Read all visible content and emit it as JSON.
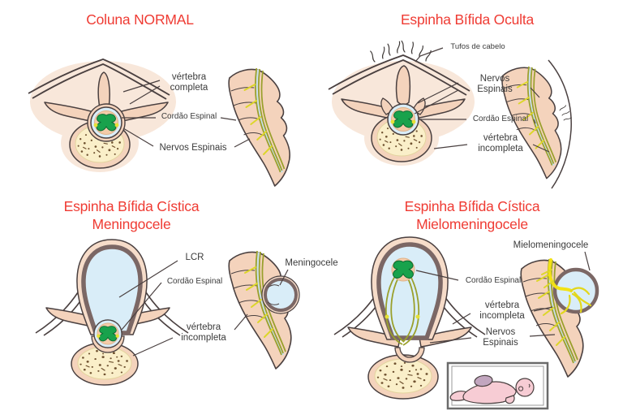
{
  "app": {
    "type": "medical-illustration",
    "subject": "Espinha Bífida — tipos",
    "language": "pt"
  },
  "colors": {
    "title_red": "#EF3B33",
    "label_text": "#3B3B3B",
    "bone": "#F4D3BC",
    "bone_inner": "#FAEFC9",
    "csf_blue": "#D9EDF8",
    "cord_green": "#18A24C",
    "nerve_yellow": "#E6E136",
    "nerve_olive": "#9AA02C",
    "meninges_gray": "#7B6765",
    "skin_pink": "#F6DCC9",
    "outline": "#4A4040",
    "speckle_brown": "#6F5230",
    "baby_skin": "#F7CCD4",
    "baby_sac": "#C2A6BF"
  },
  "panels": {
    "normal": {
      "title": "Coluna NORMAL",
      "labels": {
        "vertebra": "vértebra\ncompleta",
        "cordao": "Cordão Espinal",
        "nervos": "Nervos Espinais"
      }
    },
    "oculta": {
      "title": "Espinha Bífida Oculta",
      "labels": {
        "tufos": "Tufos de cabelo",
        "nervos": "Nervos\nEspinais",
        "cordao": "Cordão Espinal",
        "vertebra": "vértebra\nincompleta"
      }
    },
    "meningocele": {
      "title": "Espinha Bífida Cística\nMeningocele",
      "labels": {
        "lcr": "LCR",
        "cordao": "Cordão Espinal",
        "vertebra": "vértebra\nincompleta",
        "meningocele": "Meningocele"
      }
    },
    "mielomeningocele": {
      "title": "Espinha Bífida Cística\nMielomeningocele",
      "labels": {
        "mielo": "Mielomeningocele",
        "cordao": "Cordão Espinal",
        "vertebra": "vértebra\nincompleta",
        "nervos": "Nervos\nEspinais"
      }
    }
  }
}
